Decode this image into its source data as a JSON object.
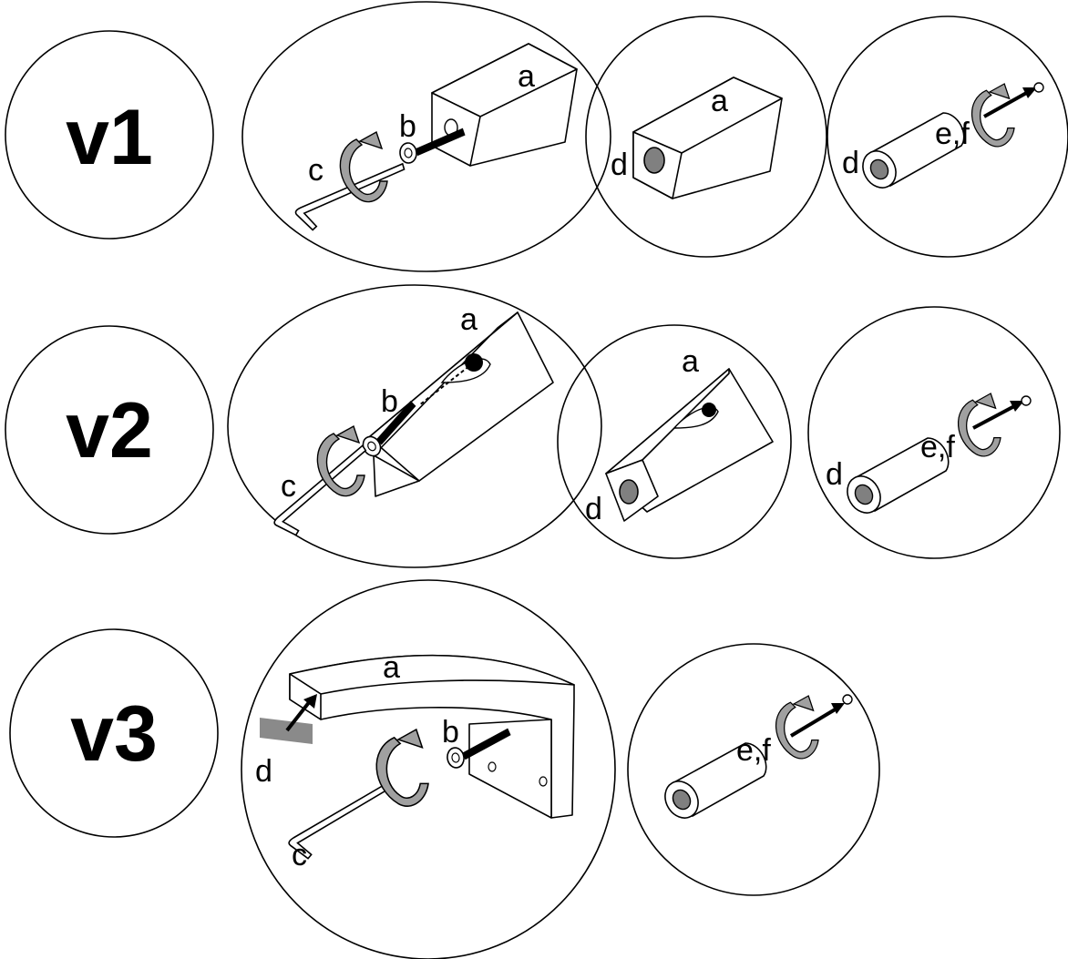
{
  "variants": [
    {
      "id": "v1",
      "title": "v1",
      "steps": [
        {
          "labels": {
            "a": "a",
            "b": "b",
            "c": "c"
          }
        },
        {
          "labels": {
            "a": "a",
            "d": "d"
          }
        },
        {
          "labels": {
            "d": "d",
            "ef": "e,f"
          }
        }
      ]
    },
    {
      "id": "v2",
      "title": "v2",
      "steps": [
        {
          "labels": {
            "a": "a",
            "b": "b",
            "c": "c"
          }
        },
        {
          "labels": {
            "a": "a",
            "d": "d"
          }
        },
        {
          "labels": {
            "d": "d",
            "ef": "e,f"
          }
        }
      ]
    },
    {
      "id": "v3",
      "title": "v3",
      "steps": [
        {
          "labels": {
            "a": "a",
            "b": "b",
            "c": "c",
            "d": "d"
          }
        },
        {
          "labels": {
            "ef": "e,f"
          }
        }
      ]
    }
  ],
  "colors": {
    "outline": "#000000",
    "arrow_fill": "#a0a0a0",
    "hole_fill": "#808080",
    "strip_fill": "#8a8a8a"
  },
  "icons": [
    "hex-key-icon",
    "rotate-arrow-icon",
    "screw-icon",
    "pull-arrow-icon"
  ]
}
